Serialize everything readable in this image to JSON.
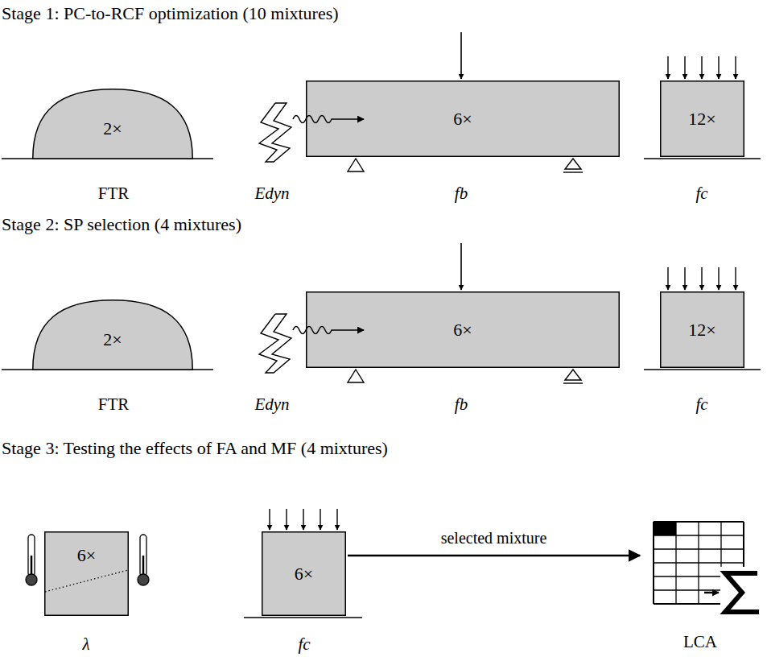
{
  "diagram": {
    "nodes": [
      {
        "text": [
          "2×"
        ]
      },
      {
        "text": [
          "6×"
        ]
      },
      {
        "text": [
          "12×"
        ]
      },
      {
        "text": [
          "2×"
        ]
      },
      {
        "text": [
          "6×"
        ]
      },
      {
        "text": [
          "12×"
        ]
      },
      {
        "text": [
          "6×"
        ]
      },
      {
        "text": [
          "6×"
        ]
      },
      {
        "text": [
          "LCA"
        ]
      }
    ],
    "edges": [
      {
        "from": 7,
        "to": 8,
        "arrow": "to",
        "label": "selected mixture"
      }
    ],
    "labels": [
      "Stage 1: PC-to-RCF optimization (10 mixtures)",
      "FTR",
      "Edyn",
      "fb",
      "fc",
      "Stage 2: SP selection (4 mixtures)",
      "FTR",
      "Edyn",
      "fb",
      "fc",
      "Stage 3: Testing the effects of FA and MF (4 mixtures)",
      "λ",
      "fc"
    ]
  }
}
